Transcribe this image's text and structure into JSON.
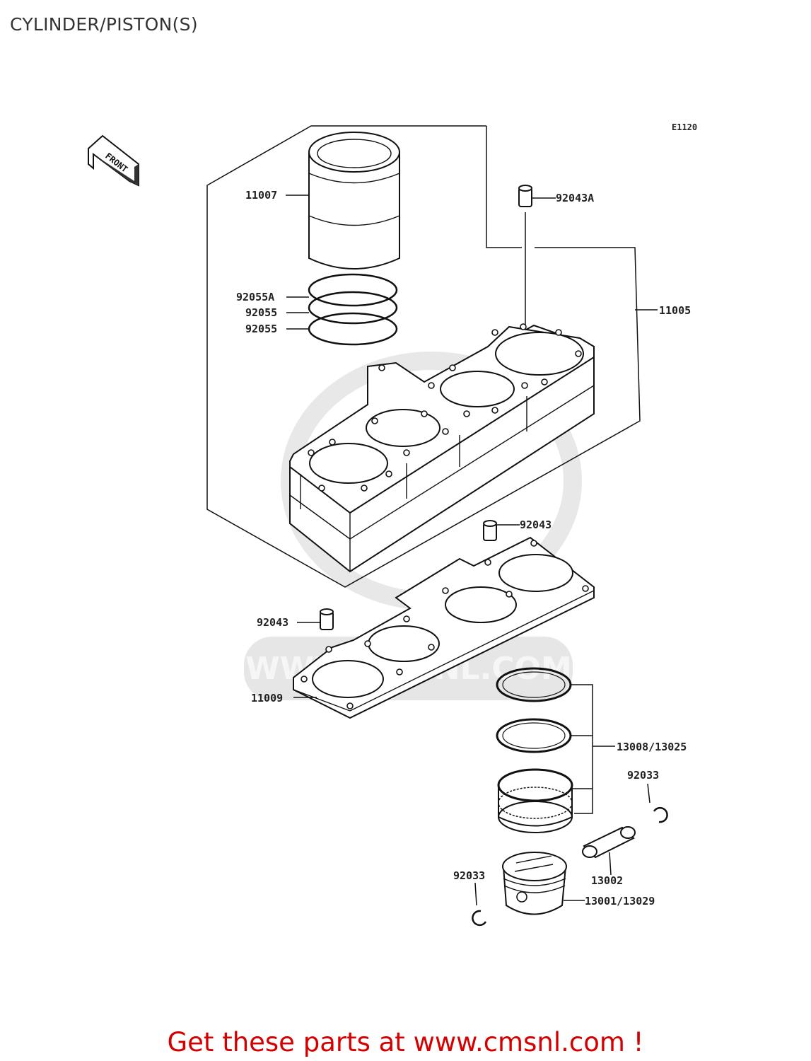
{
  "title": "CYLINDER/PISTON(S)",
  "diagram_code": "E1120",
  "front_label": "FRONT",
  "parts": {
    "p11007": "11007",
    "p92043A": "92043A",
    "p92055A": "92055A",
    "p92055_1": "92055",
    "p92055_2": "92055",
    "p11005": "11005",
    "p92043_1": "92043",
    "p92043_2": "92043",
    "p11009": "11009",
    "p13008": "13008/13025",
    "p92033_1": "92033",
    "p92033_2": "92033",
    "p13002": "13002",
    "p13001": "13001/13029"
  },
  "watermark": "WWW.CMSNL.COM",
  "footer": "Get these parts at www.cmsnl.com !"
}
